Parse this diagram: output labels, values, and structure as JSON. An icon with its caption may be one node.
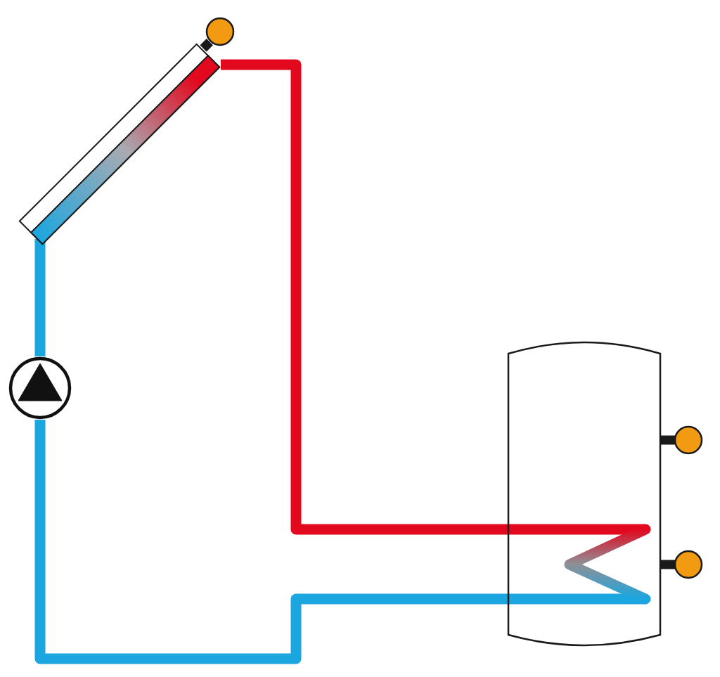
{
  "diagram": {
    "nodes": [
      {
        "text": [],
        "shape": "box"
      },
      {
        "text": [],
        "shape": "circle"
      },
      {
        "text": [],
        "shape": "circle"
      },
      {
        "text": [],
        "shape": "cylinder"
      },
      {
        "text": [],
        "shape": "zigzag",
        "in": 3
      },
      {
        "text": [],
        "shape": "circle"
      },
      {
        "text": [],
        "shape": "circle"
      }
    ],
    "edges": [
      {
        "from": 0,
        "to": 4,
        "arrow": "none",
        "color": "#e2081e"
      },
      {
        "from": 4,
        "to": 2,
        "arrow": "none",
        "color": "#1ba6df"
      },
      {
        "from": 2,
        "to": 0,
        "arrow": "none",
        "color": "#1ba6df"
      },
      {
        "from": 1,
        "to": 0,
        "arrow": "none"
      },
      {
        "from": 5,
        "to": 3,
        "arrow": "none"
      },
      {
        "from": 6,
        "to": 3,
        "arrow": "none"
      }
    ]
  }
}
